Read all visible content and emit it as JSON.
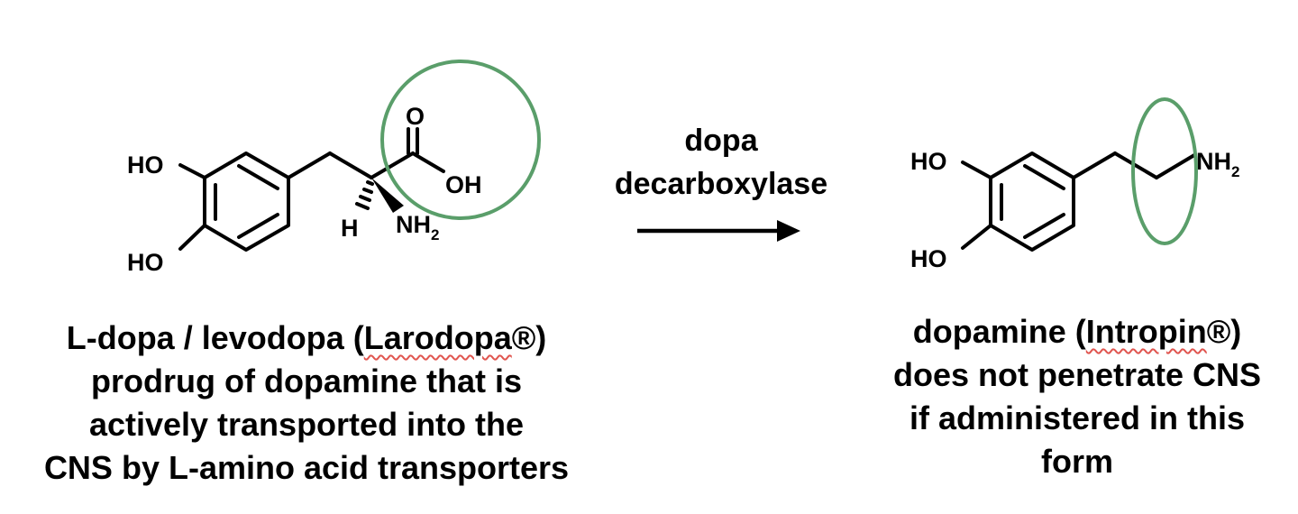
{
  "reaction": {
    "enzyme_line1": "dopa",
    "enzyme_line2": "decarboxylase",
    "arrow": "right-arrow-icon",
    "highlight_color": "#5a9e6a"
  },
  "ldopa": {
    "atoms": {
      "ho_top": "HO",
      "ho_bottom": "HO",
      "carbonyl_o": "O",
      "hydroxyl": "OH",
      "stereo_h": "H",
      "amine_n": "NH",
      "amine_sub": "2"
    },
    "caption": {
      "line1_before": "L-dopa / levodopa (",
      "brand": "Larodopa",
      "line1_after": "®)",
      "line2": "prodrug of dopamine that is",
      "line3": "actively transported into the",
      "line4": "CNS by L-amino acid transporters"
    }
  },
  "dopamine": {
    "atoms": {
      "ho_top": "HO",
      "ho_bottom": "HO",
      "amine_n": "NH",
      "amine_sub": "2"
    },
    "caption": {
      "line1_before": "dopamine (",
      "brand": "Intropin",
      "line1_after": "®)",
      "line2": "does not penetrate CNS",
      "line3": "if administered in this",
      "line4": "form"
    }
  }
}
